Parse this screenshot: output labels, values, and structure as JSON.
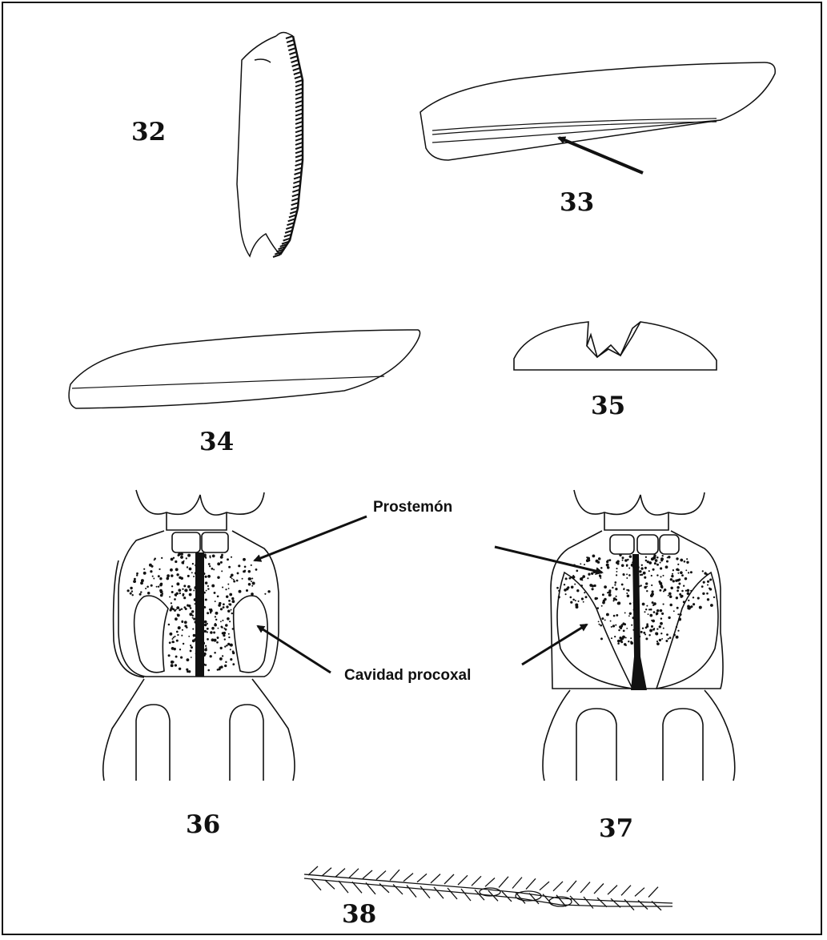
{
  "figure_numbers": {
    "f32": "32",
    "f33": "33",
    "f34": "34",
    "f35": "35",
    "f36": "36",
    "f37": "37",
    "f38": "38"
  },
  "labels": {
    "prosternon": "Prostemón",
    "procoxal_cavity": "Cavidad procoxal"
  },
  "colors": {
    "ink": "#111111",
    "background": "#ffffff"
  }
}
